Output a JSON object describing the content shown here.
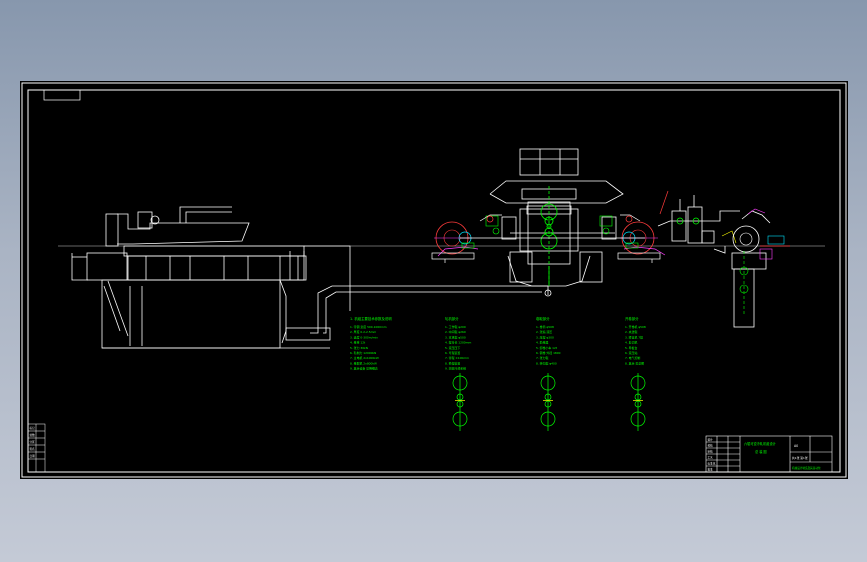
{
  "window": {
    "background_top": "#8797ad",
    "background_bottom": "#c4cad6",
    "sheet_color": "#000000"
  },
  "colors": {
    "outline": "#ffffff",
    "annotation": "#00ff00",
    "accent_red": "#ff3b3b",
    "accent_magenta": "#ff40ff",
    "accent_cyan": "#00e5ff",
    "accent_yellow": "#ffff00",
    "centerline": "#cccccc"
  },
  "notes": [
    {
      "title": "1. 机组主要技术参数及说明",
      "lines": [
        "1. 带钢 宽度 500-1000mm",
        "2. 厚度 0.2-2.5mm",
        "3. 速度 0-300m/min",
        "4. 卷重 12t",
        "5. 张力 30kN",
        "6. 轧制力 12000kN",
        "7. 主电机 2x1000kW",
        "8. 卷取机 2x800kW",
        "9. 其余设备 见明细表"
      ]
    },
    {
      "title": "轧机部分",
      "lines": [
        "1. 工作辊 φ200",
        "2. 中间辊 φ260",
        "3. 支承辊 φ500",
        "4. 辊身长 1200mm",
        "5. 液压压下",
        "6. 弯辊装置",
        "7. 窜辊 ±100mm",
        "8. 换辊装置",
        "9. 润滑冷却系统"
      ]
    },
    {
      "title": "卷取部分",
      "lines": [
        "1. 卷筒 φ508",
        "2. 涨缩 液压",
        "3. 压辊 φ300",
        "4. 助卷器",
        "5. 卸卷小车 12t",
        "6. 钢卷 外径 1800",
        "7. 张力辊",
        "8. 转向辊 φ400"
      ]
    },
    {
      "title": "开卷部分",
      "lines": [
        "1. 开卷机 φ508",
        "2. 夹送辊",
        "3. 矫直机 7辊",
        "4. 剪切机",
        "5. 导板台",
        "6. 液压站",
        "7. 电气控制",
        "8. 其余 见总图"
      ]
    }
  ],
  "title_block": {
    "header_cells": [
      "设计",
      "校核",
      "审核",
      "工艺",
      "标准化",
      "批准"
    ],
    "title_text": "六辊可逆冷轧机组设计",
    "subtitle_text": "总 装 图",
    "drawing_no": "A0",
    "sheet_info": "共1张 第1张",
    "designer_line": "机械设计制造及其自动化"
  },
  "revision_stamp": [
    "标记",
    "处数",
    "分区",
    "签名",
    "日期"
  ]
}
